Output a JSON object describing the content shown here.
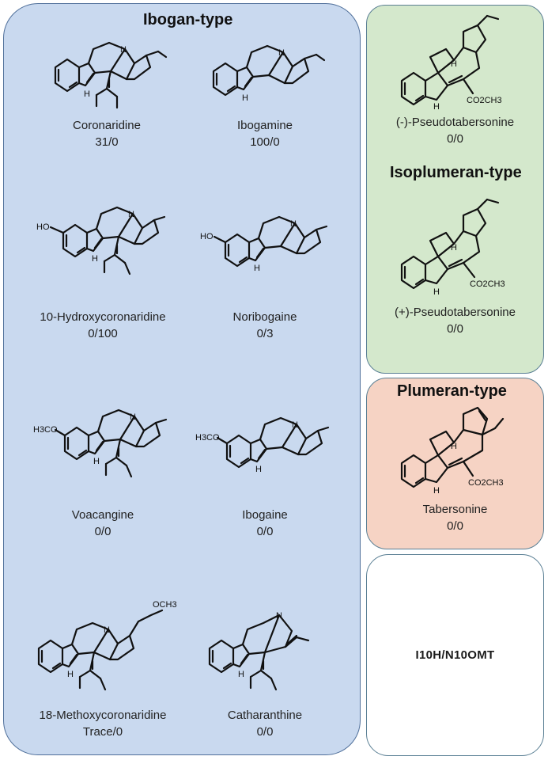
{
  "panels": {
    "ibogan_title": "Ibogan-type",
    "isoplumeran_title": "Isoplumeran-type",
    "plumeran_title": "Plumeran-type",
    "enzyme_label": "I10H/N10OMT"
  },
  "compounds": {
    "coronaridine": {
      "name": "Coronaridine",
      "ratio": "31/0"
    },
    "ibogamine": {
      "name": "Ibogamine",
      "ratio": "100/0"
    },
    "hydroxycoronaridine": {
      "name": "10-Hydroxycoronaridine",
      "ratio": "0/100"
    },
    "noribogaine": {
      "name": "Noribogaine",
      "ratio": "0/3"
    },
    "voacangine": {
      "name": "Voacangine",
      "ratio": "0/0"
    },
    "ibogaine": {
      "name": "Ibogaine",
      "ratio": "0/0"
    },
    "methoxycoronaridine": {
      "name": "18-Methoxycoronaridine",
      "ratio": "Trace/0"
    },
    "catharanthine": {
      "name": "Catharanthine",
      "ratio": "0/0"
    },
    "minus_pseudotabersonine": {
      "name": "(-)-Pseudotabersonine",
      "ratio": "0/0"
    },
    "plus_pseudotabersonine": {
      "name": "(+)-Pseudotabersonine",
      "ratio": "0/0"
    },
    "tabersonine": {
      "name": "Tabersonine",
      "ratio": "0/0"
    }
  },
  "labels": {
    "nh": "H",
    "n": "N",
    "ho": "HO",
    "h3co": "H3CO",
    "och3": "OCH3",
    "co2ch3": "CO2CH3",
    "h": "H"
  }
}
